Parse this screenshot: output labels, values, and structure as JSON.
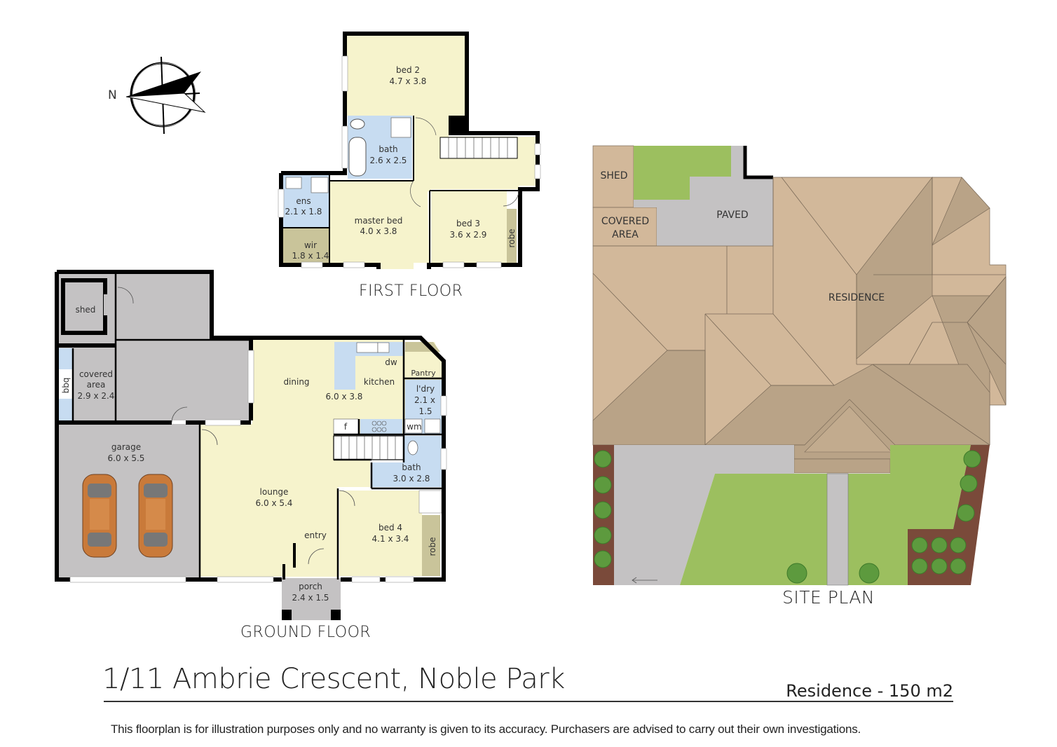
{
  "compass": {
    "north_label": "N"
  },
  "first_floor": {
    "title": "FIRST FLOOR",
    "rooms": [
      {
        "name": "bed 2",
        "dims": "4.7 x 3.8"
      },
      {
        "name": "bath",
        "dims": "2.6 x 2.5"
      },
      {
        "name": "ens",
        "dims": "2.1 x 1.8"
      },
      {
        "name": "master bed",
        "dims": "4.0 x 3.8"
      },
      {
        "name": "bed 3",
        "dims": "3.6 x 2.9"
      },
      {
        "name": "wir",
        "dims": "1.8 x 1.4"
      },
      {
        "name": "robe",
        "dims": ""
      }
    ]
  },
  "ground_floor": {
    "title": "GROUND FLOOR",
    "rooms": [
      {
        "name": "shed",
        "dims": ""
      },
      {
        "name": "covered area",
        "dims": "2.9 x 2.4",
        "line1": "covered",
        "line2": "area"
      },
      {
        "name": "bbq",
        "dims": ""
      },
      {
        "name": "garage",
        "dims": "6.0 x 5.5"
      },
      {
        "name": "dining",
        "dims": ""
      },
      {
        "name": "kitchen",
        "dims": "6.0 x 3.8"
      },
      {
        "name": "dw",
        "dims": ""
      },
      {
        "name": "Pantry",
        "dims": ""
      },
      {
        "name": "l'dry",
        "dims": "2.1 x 1.5",
        "line1": "2.1 x",
        "line2": "1.5"
      },
      {
        "name": "f",
        "dims": ""
      },
      {
        "name": "wm",
        "dims": ""
      },
      {
        "name": "bath",
        "dims": "3.0 x 2.8"
      },
      {
        "name": "lounge",
        "dims": "6.0 x 5.4"
      },
      {
        "name": "entry",
        "dims": ""
      },
      {
        "name": "bed 4",
        "dims": "4.1 x 3.4"
      },
      {
        "name": "robe",
        "dims": ""
      },
      {
        "name": "porch",
        "dims": "2.4 x 1.5"
      }
    ]
  },
  "site_plan": {
    "title": "SITE PLAN",
    "labels": {
      "shed": "SHED",
      "covered_area_1": "COVERED",
      "covered_area_2": "AREA",
      "paved": "PAVED",
      "residence": "RESIDENCE"
    }
  },
  "footer": {
    "address": "1/11 Ambrie Crescent, Noble Park",
    "area": "Residence - 150 m2",
    "disclaimer": "This floorplan is for illustration purposes only and no warranty is given to its accuracy. Purchasers are advised to carry out their own investigations."
  },
  "colors": {
    "living": "#f6f3cc",
    "wet": "#c7dcf1",
    "robe": "#c9c49a",
    "garage": "#c4c2c3",
    "wall": "#000000",
    "roof_light": "#d2b89a",
    "roof_dark": "#b9a387",
    "lawn": "#9cbf5f",
    "paving": "#c4c2c3",
    "garden_bed": "#7a4a3a",
    "shrub": "#5d9a3e"
  }
}
